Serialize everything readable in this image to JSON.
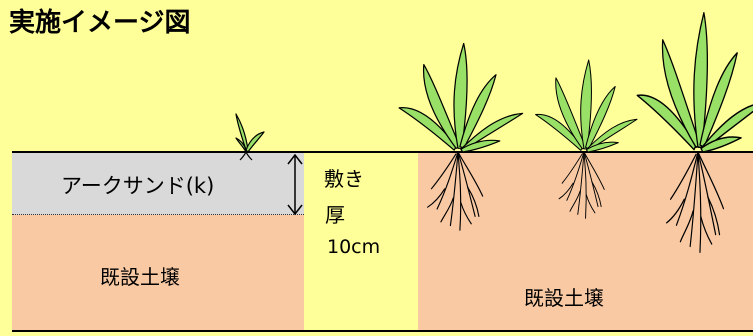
{
  "title": "実施イメージ図",
  "layers": {
    "arc_sand_label": "アークサンド(k)",
    "existing_soil_left": "既設土壌",
    "existing_soil_right": "既設土壌"
  },
  "thickness": {
    "line1": "敷き",
    "line2": "厚",
    "line3": "10cm"
  },
  "colors": {
    "background": "#ffff99",
    "soil": "#f8c9a3",
    "sand_layer": "#d9d9d9",
    "leaf": "#99e066",
    "outline": "#000000"
  },
  "icons": [
    "seedling-icon",
    "grass-plant-icon",
    "thickness-arrow-icon"
  ]
}
